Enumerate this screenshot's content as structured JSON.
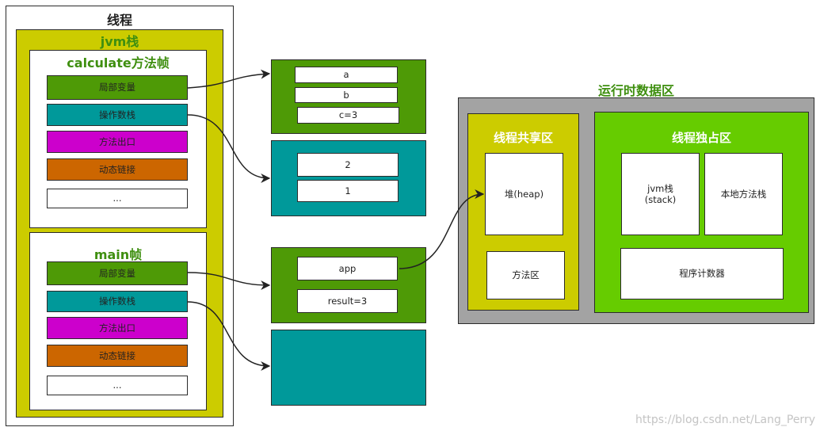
{
  "thread": {
    "title": "线程",
    "jvm_stack": {
      "title": "jvm栈",
      "calculate_frame": {
        "title": "calculate方法帧",
        "items": [
          "局部变量",
          "操作数栈",
          "方法出口",
          "动态链接",
          "..."
        ]
      },
      "main_frame": {
        "title": "main帧",
        "items": [
          "局部变量",
          "操作数栈",
          "方法出口",
          "动态链接",
          "..."
        ]
      }
    }
  },
  "calculate_locals": [
    "a",
    "b",
    "c=3"
  ],
  "calculate_operand_stack": [
    "2",
    "1"
  ],
  "main_locals": [
    "app",
    "result=3"
  ],
  "main_operand_stack": [],
  "runtime_data_area": {
    "title": "运行时数据区",
    "shared": {
      "title": "线程共享区",
      "heap": "堆(heap)",
      "method_area": "方法区"
    },
    "exclusive": {
      "title": "线程独占区",
      "jvm_stack_line1": "jvm栈",
      "jvm_stack_line2": "(stack)",
      "native_method_stack": "本地方法栈",
      "program_counter": "程序计数器"
    }
  },
  "watermark": "https://blog.csdn.net/Lang_Perry",
  "colors": {
    "thread_frame_bg": "#cccc00",
    "local_vars": "#4e9a06",
    "operand_stack": "#00999a",
    "method_exit": "#cc00cc",
    "dynamic_link": "#cc6600",
    "runtime_area_bg": "#a3a3a3",
    "exclusive_area_bg": "#66cc00",
    "title_green": "#3f8f10"
  }
}
